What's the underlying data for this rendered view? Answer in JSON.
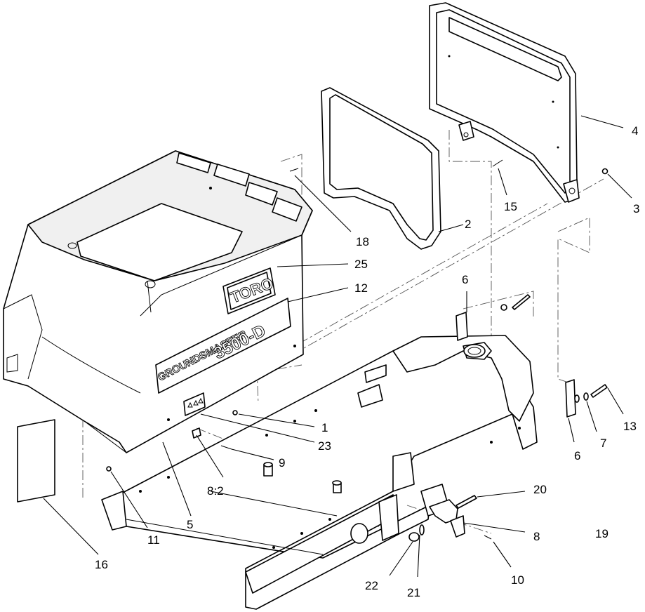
{
  "diagram": {
    "decals": {
      "brand": "TORO",
      "model_line": "GROUNDSMASTER",
      "model_number": "3500-D"
    },
    "callouts": [
      {
        "id": "c1",
        "label": "1"
      },
      {
        "id": "c2",
        "label": "2"
      },
      {
        "id": "c3",
        "label": "3"
      },
      {
        "id": "c4",
        "label": "4"
      },
      {
        "id": "c5",
        "label": "5"
      },
      {
        "id": "c6a",
        "label": "6"
      },
      {
        "id": "c6b",
        "label": "6"
      },
      {
        "id": "c7",
        "label": "7"
      },
      {
        "id": "c8",
        "label": "8"
      },
      {
        "id": "c8_2",
        "label": "8:2"
      },
      {
        "id": "c9",
        "label": "9"
      },
      {
        "id": "c10",
        "label": "10"
      },
      {
        "id": "c11",
        "label": "11"
      },
      {
        "id": "c12",
        "label": "12"
      },
      {
        "id": "c13",
        "label": "13"
      },
      {
        "id": "c15",
        "label": "15"
      },
      {
        "id": "c16",
        "label": "16"
      },
      {
        "id": "c18",
        "label": "18"
      },
      {
        "id": "c19",
        "label": "19"
      },
      {
        "id": "c20",
        "label": "20"
      },
      {
        "id": "c21",
        "label": "21"
      },
      {
        "id": "c22",
        "label": "22"
      },
      {
        "id": "c23",
        "label": "23"
      },
      {
        "id": "c25",
        "label": "25"
      }
    ]
  }
}
